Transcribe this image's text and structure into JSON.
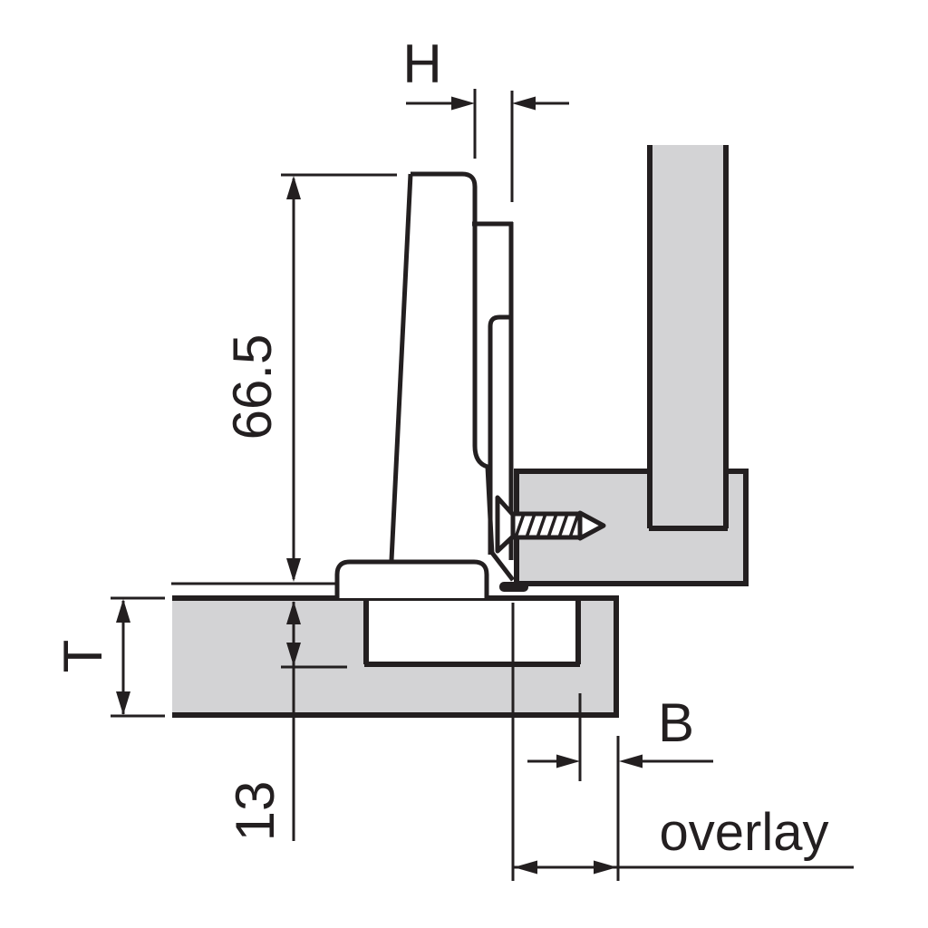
{
  "drawing": {
    "labels": {
      "h": "H",
      "height": "66.5",
      "door_thickness": "T",
      "cup_depth": "13",
      "drilling_distance": "B",
      "overlay": "overlay"
    },
    "colors": {
      "panel_fill": "#d3d3d5",
      "line": "#231f20",
      "background": "#ffffff"
    }
  }
}
